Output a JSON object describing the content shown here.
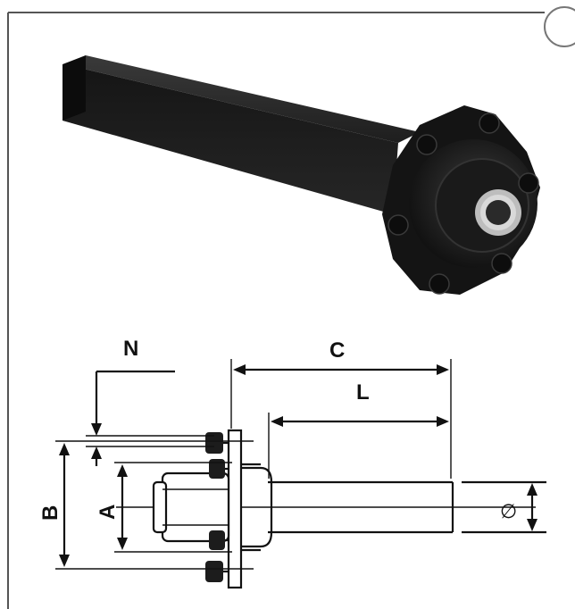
{
  "labels": {
    "n": "N",
    "c": "C",
    "l": "L",
    "b": "B",
    "a": "A",
    "diameter": "∅"
  }
}
